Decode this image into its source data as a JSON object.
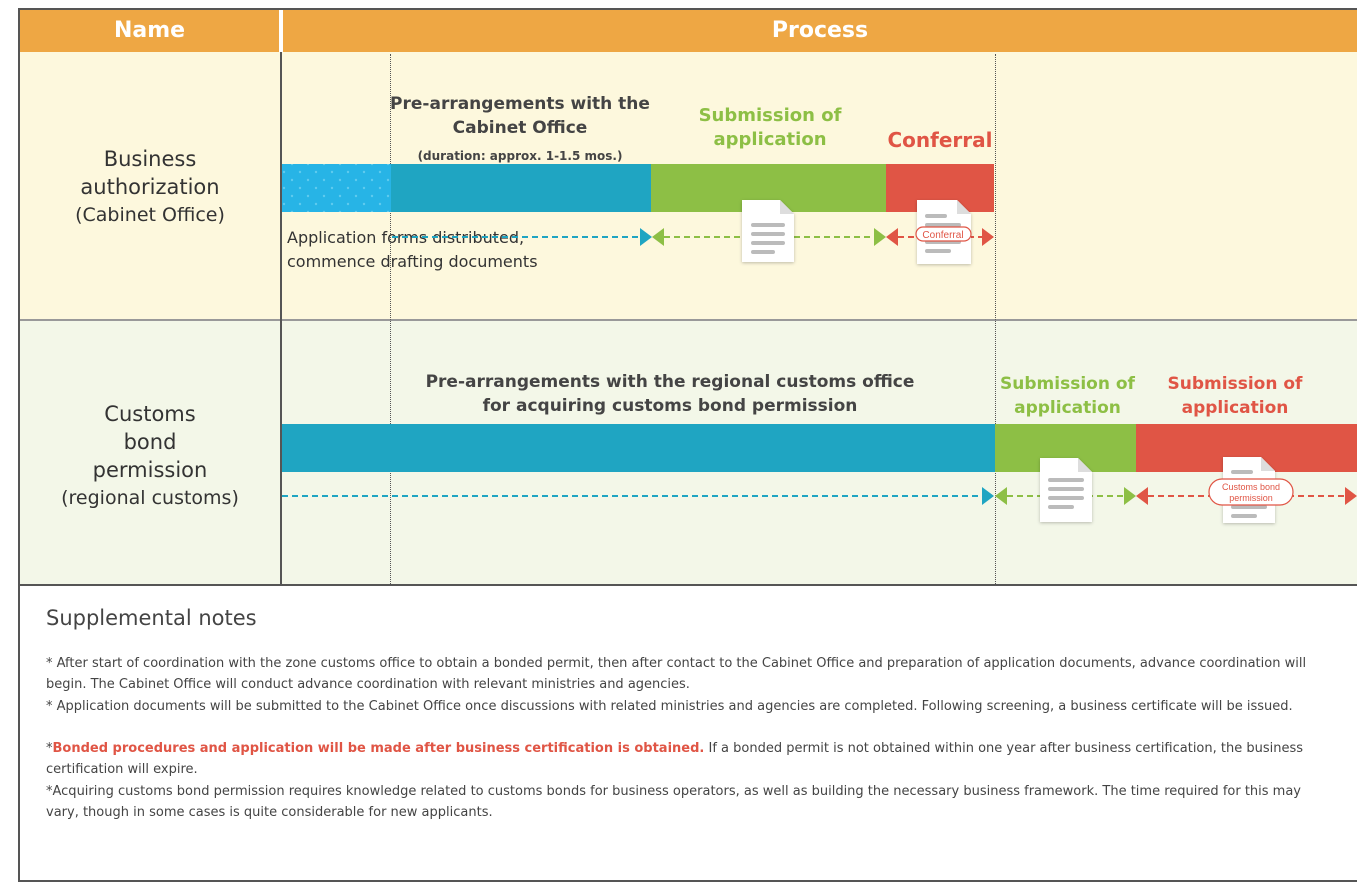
{
  "header": {
    "name": "Name",
    "process": "Process"
  },
  "rows": [
    {
      "name": "Business authorization",
      "sub": "(Cabinet Office)",
      "labels": {
        "prearr": "Pre-arrangements with the Cabinet Office",
        "duration": "(duration: approx. 1-1.5 mos.)",
        "submission": "Submission of application",
        "conferral": "Conferral",
        "note": "Application forms distributed, commence drafting documents",
        "stamp": "Conferral"
      }
    },
    {
      "name": "Customs bond permission",
      "sub": "(regional customs)",
      "labels": {
        "prearr": "Pre-arrangements with the regional customs office for acquiring customs bond permission",
        "submission": "Submission of application",
        "submission2": "Submission of application",
        "stamp": "Customs bond permission"
      }
    }
  ],
  "notes": {
    "title": "Supplemental notes",
    "items": [
      "* After start of coordination with the zone customs office to obtain a bonded permit, then after contact to the Cabinet Office and preparation of application documents, advance coordination will begin. The Cabinet Office will conduct advance coordination with relevant ministries and agencies.",
      " * Application documents will be submitted to the Cabinet Office once discussions with related ministries and agencies are completed. Following screening, a business certificate will be issued.",
      "*Acquiring customs bond permission requires knowledge related to customs bonds for business operators, as well as building the necessary business framework. The time required for this may vary, though in some cases is quite considerable for new applicants."
    ],
    "item3_prefix": "*",
    "item3_highlight": "Bonded procedures and application will be made after business certification is obtained.",
    "item3_rest": " If a bonded permit is not obtained within one year after business certification, the business certification will expire."
  },
  "colors": {
    "header": "#eea744",
    "teal": "#1fa5c2",
    "cyan": "#27b4e6",
    "green": "#8dbf45",
    "red": "#e05545"
  }
}
